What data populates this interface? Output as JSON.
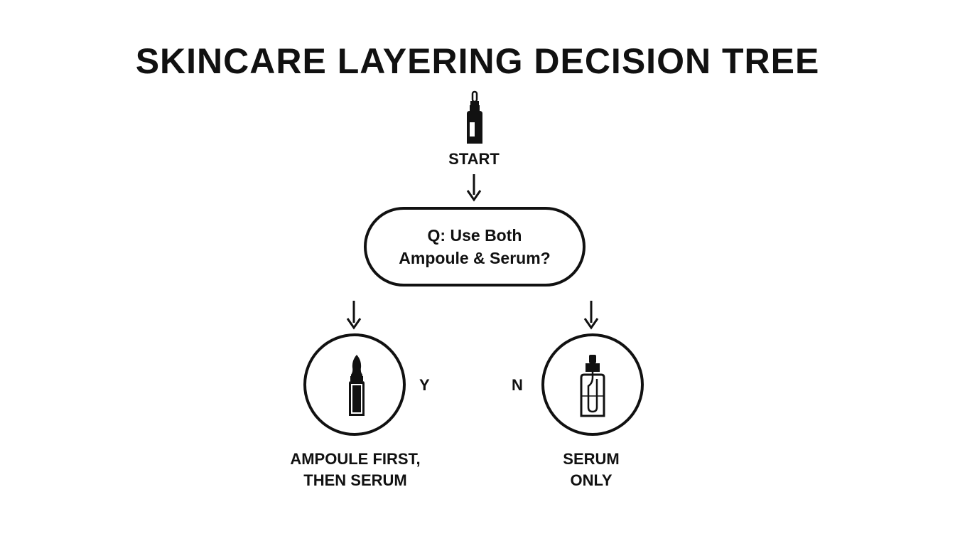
{
  "title": "SKINCARE LAYERING DECISION TREE",
  "start": {
    "label": "START",
    "icon": "dropper-bottle-icon"
  },
  "question": {
    "line1": "Q: Use Both",
    "line2": "Ampoule & Serum?"
  },
  "branches": {
    "yes": {
      "mark": "Y",
      "icon": "ampoule-icon",
      "outcome_line1": "AMPOULE FIRST,",
      "outcome_line2": "THEN SERUM"
    },
    "no": {
      "mark": "N",
      "icon": "serum-bottle-icon",
      "outcome_line1": "SERUM",
      "outcome_line2": "ONLY"
    }
  },
  "colors": {
    "ink": "#111111",
    "background": "#ffffff"
  }
}
